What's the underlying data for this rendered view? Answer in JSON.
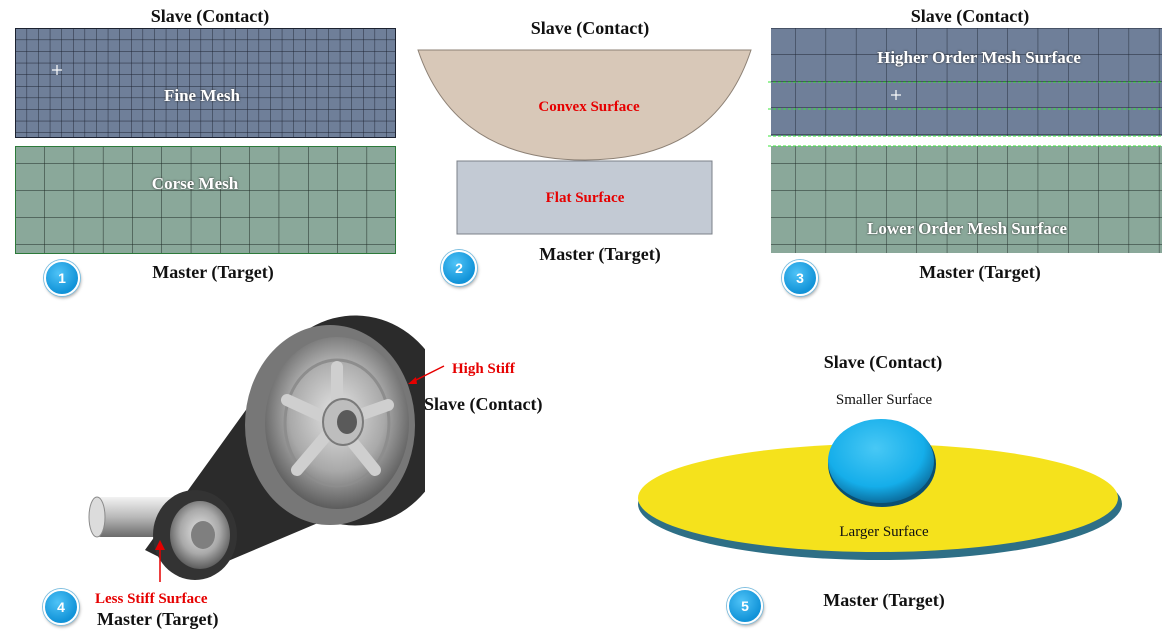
{
  "panel1": {
    "top_label": "Slave (Contact)",
    "bottom_label": "Master (Target)",
    "fine_mesh": "Fine Mesh",
    "coarse_mesh": "Corse Mesh",
    "badge": "1"
  },
  "panel2": {
    "top_label": "Slave (Contact)",
    "bottom_label": "Master (Target)",
    "convex": "Convex Surface",
    "flat": "Flat Surface",
    "badge": "2"
  },
  "panel3": {
    "top_label": "Slave (Contact)",
    "bottom_label": "Master (Target)",
    "higher": "Higher Order Mesh Surface",
    "lower": "Lower Order Mesh  Surface",
    "badge": "3"
  },
  "panel4": {
    "high_stiff": "High Stiff",
    "slave_label": "Slave (Contact)",
    "less_stiff": "Less Stiff Surface",
    "master_label": "Master (Target)",
    "badge": "4"
  },
  "panel5": {
    "top_label": "Slave (Contact)",
    "smaller": "Smaller Surface",
    "larger": "Larger Surface",
    "bottom_label": "Master (Target)",
    "badge": "5"
  },
  "colors": {
    "fine_mesh": "#6f7f99",
    "coarse_mesh": "#8aa89a",
    "convex": "#d8c8b8",
    "flat": "#c3cad4",
    "ellipse_top": "#f5e21c",
    "ellipse_edge": "#2e6f86",
    "sphere": "#19b3ee",
    "accent_red": "#e60000"
  }
}
